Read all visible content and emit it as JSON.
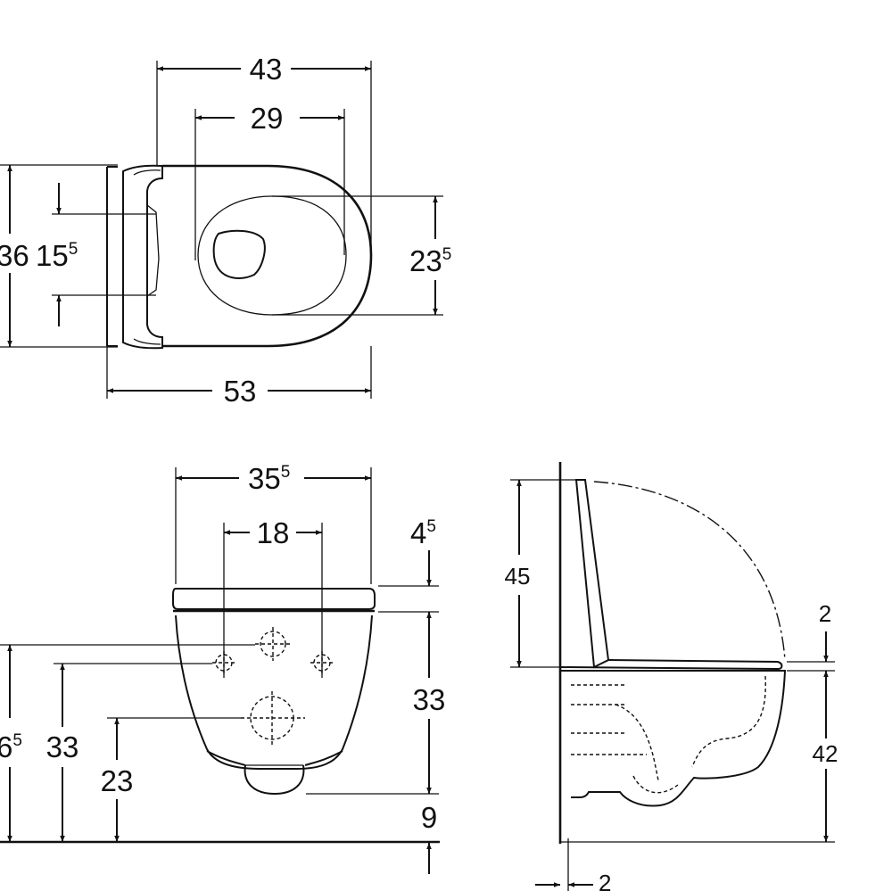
{
  "top_view": {
    "width_overall": "43",
    "width_inner": "29",
    "depth_total": "53",
    "side_height": "36",
    "fixing_spacing_main": "15",
    "fixing_spacing_sup": "5",
    "bowl_opening_main": "23",
    "bowl_opening_sup": "5"
  },
  "front_view": {
    "width_main": "35",
    "width_sup": "5",
    "bolt_spacing": "18",
    "lid_thickness_main": "4",
    "lid_thickness_sup": "5",
    "bowl_height": "33",
    "outlet_gap": "9",
    "left_height_main": "6",
    "left_height_sup": "5",
    "fixing_height": "33",
    "outlet_height": "23"
  },
  "side_view": {
    "lid_open_height": "45",
    "seat_thickness": "2",
    "rim_height": "42",
    "wall_gap": "2"
  }
}
